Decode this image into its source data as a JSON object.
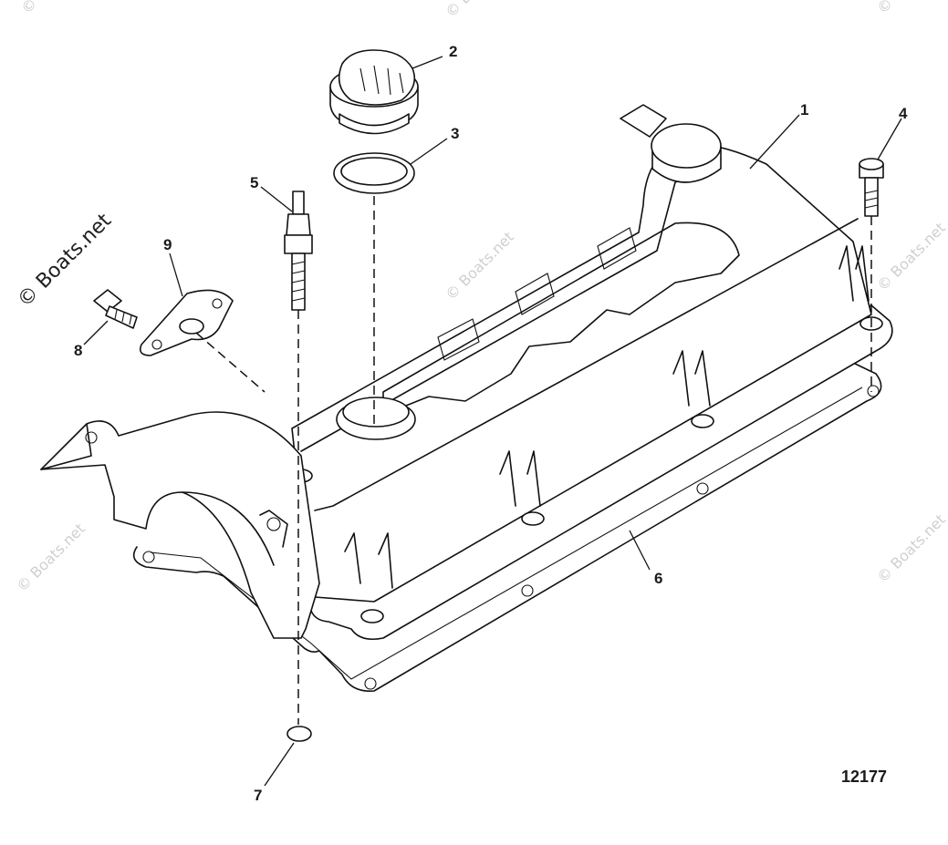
{
  "watermark": {
    "main": "© Boats.net",
    "faint": "© Boats.net"
  },
  "callouts": [
    "1",
    "2",
    "3",
    "4",
    "5",
    "6",
    "7",
    "8",
    "9"
  ],
  "reference_number": "12177",
  "colors": {
    "line": "#111111",
    "background": "#ffffff",
    "watermark_faint": "#cfcfcf"
  }
}
